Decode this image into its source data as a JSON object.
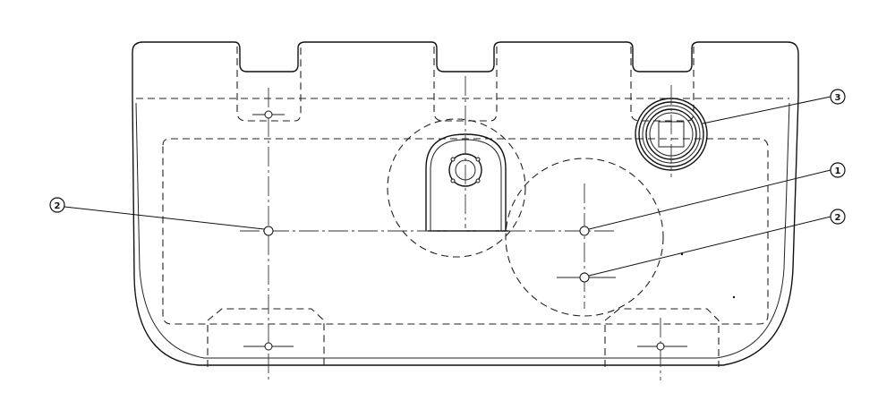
{
  "callouts": [
    {
      "id": "callout-1",
      "label": "1"
    },
    {
      "id": "callout-2-left",
      "label": "2"
    },
    {
      "id": "callout-2-right",
      "label": "2"
    },
    {
      "id": "callout-3",
      "label": "3"
    }
  ]
}
